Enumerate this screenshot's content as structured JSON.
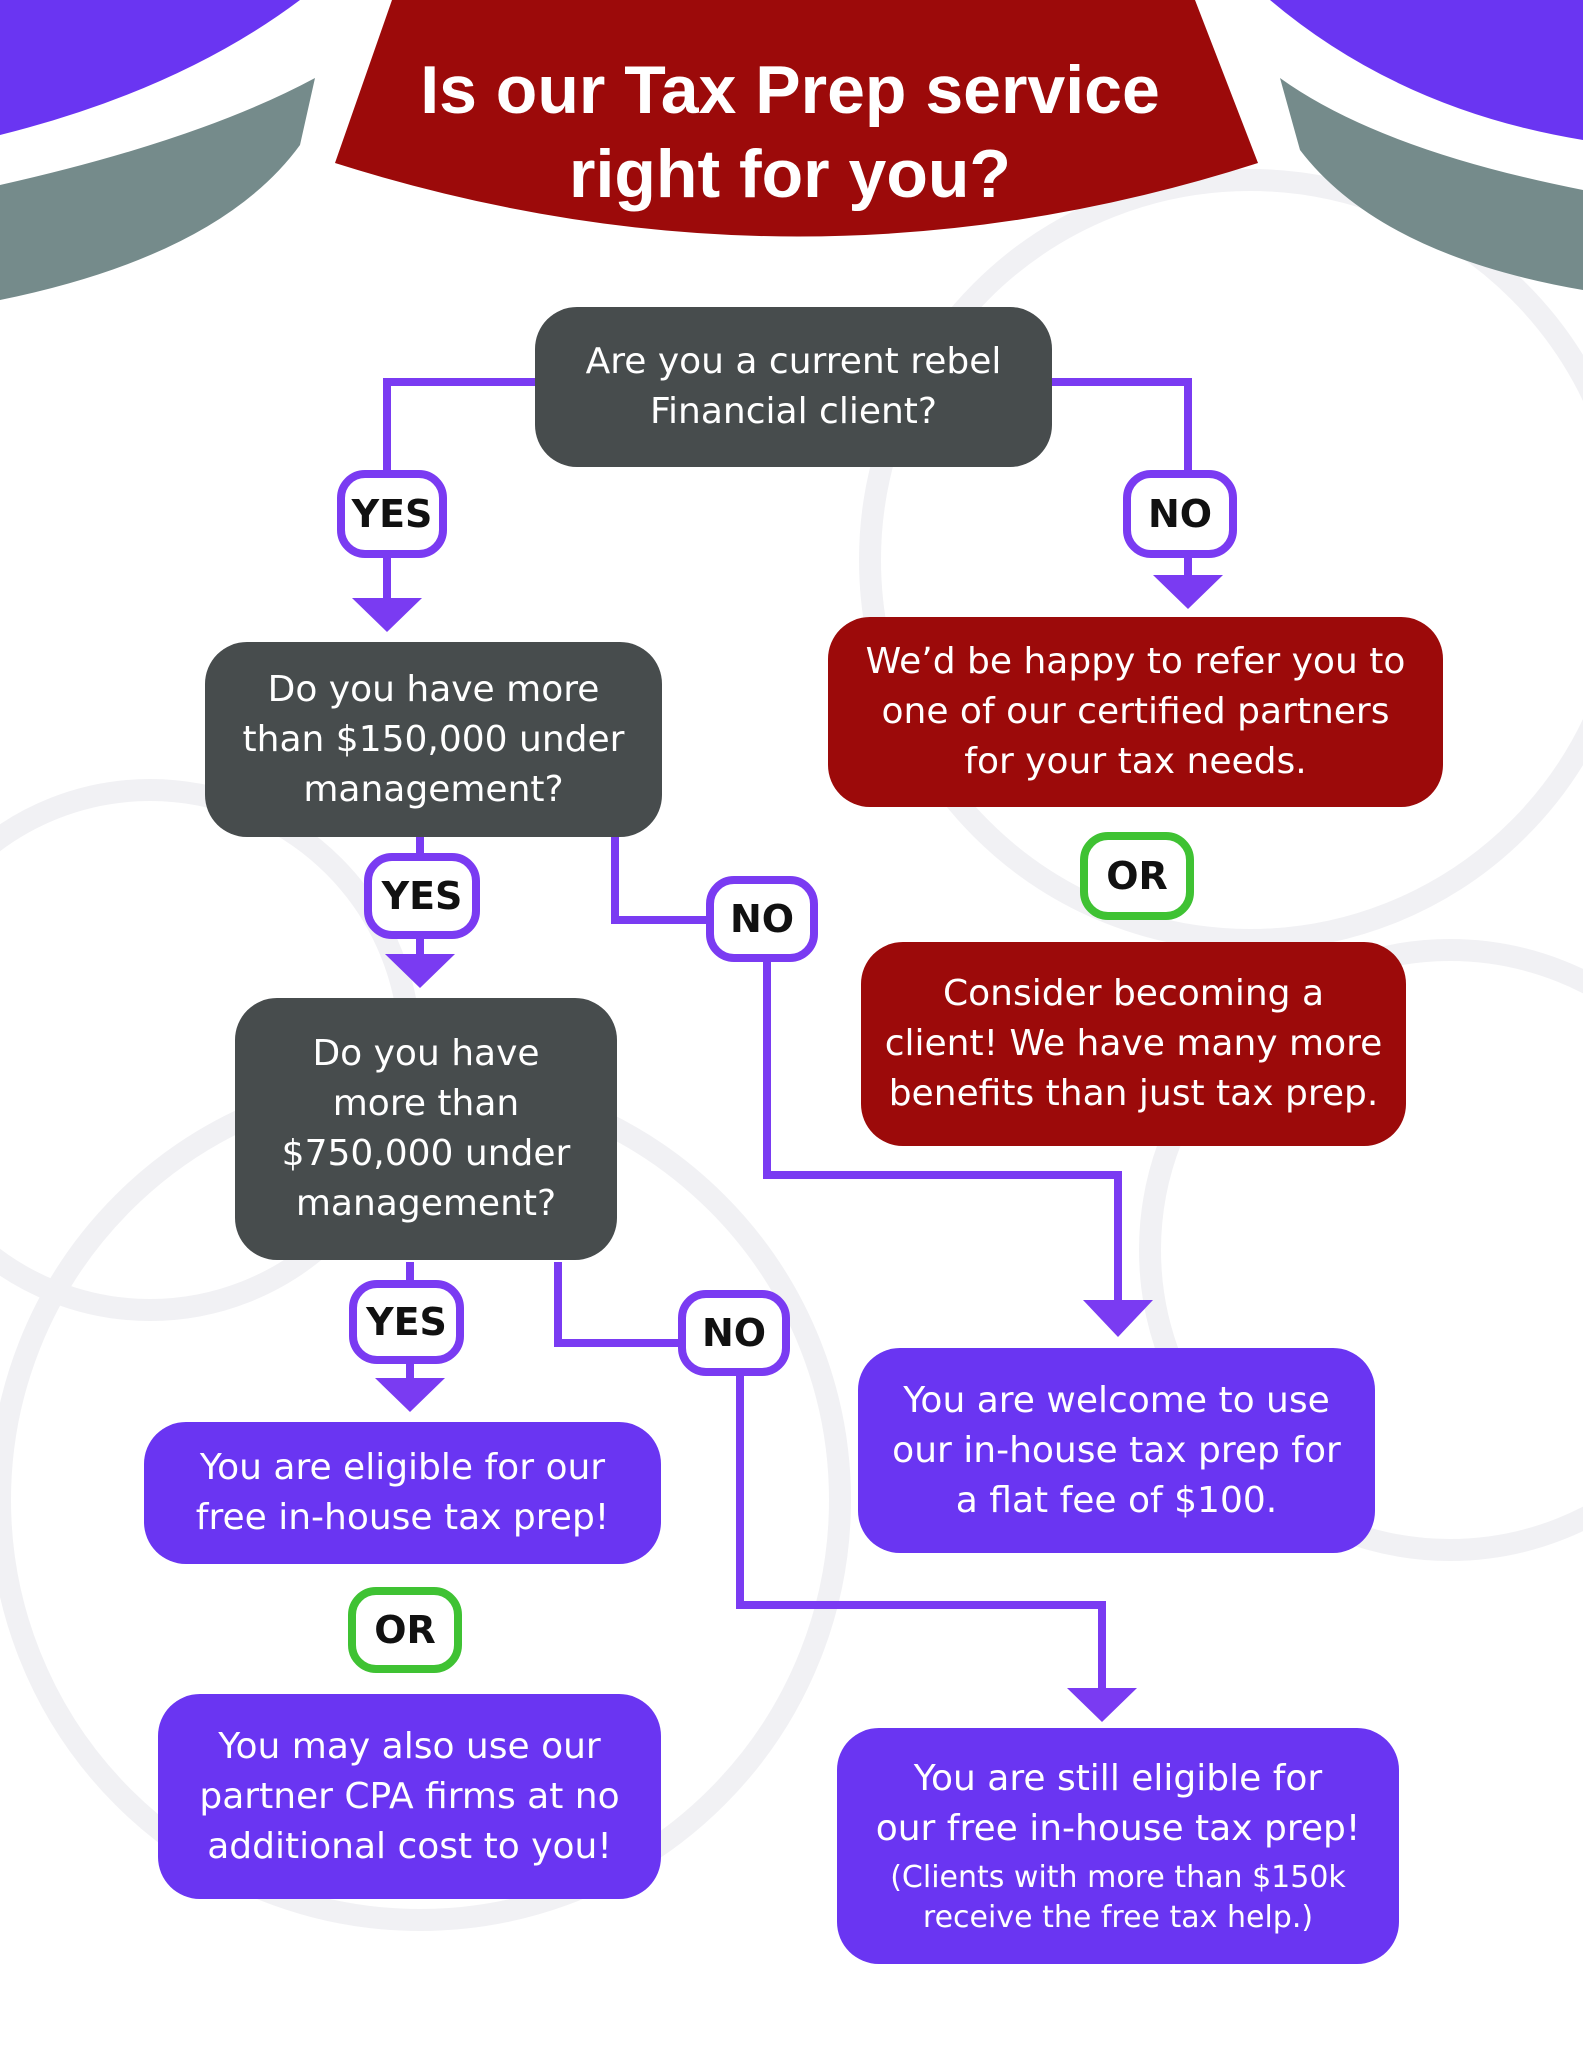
{
  "title": {
    "line1": "Is our Tax Prep service",
    "line2": "right for you?"
  },
  "nodes": {
    "q_current_client": [
      "Are you a current rebel",
      "Financial client?"
    ],
    "q_150k": [
      "Do you have more",
      "than $150,000 under",
      "management?"
    ],
    "q_750k": [
      "Do you have",
      "more than",
      "$750,000 under",
      "management?"
    ],
    "r_refer": [
      "We’d be happy to refer you to",
      "one of our certified partners",
      "for your tax needs."
    ],
    "r_become_client": [
      "Consider becoming a",
      "client! We have many more",
      "benefits than just tax prep."
    ],
    "p_free_prep": [
      "You are eligible for our",
      "free in-house tax prep!"
    ],
    "p_partner_cpa": [
      "You may also use our",
      "partner CPA firms at no",
      "additional cost to you!"
    ],
    "p_flat_fee": [
      "You are welcome to use",
      "our in-house tax prep for",
      "a flat fee of $100."
    ],
    "p_still_eligible": [
      "You are still eligible for",
      "our free in-house tax prep!"
    ],
    "p_still_eligible_note": [
      "(Clients with more than $150k",
      "receive the free tax help.)"
    ]
  },
  "labels": {
    "yes": "YES",
    "no": "NO",
    "or": "OR"
  },
  "colors": {
    "question_box": "#474c4d",
    "red_box": "#9c0a0a",
    "purple_box": "#6a35f2",
    "connector": "#7a3bf2",
    "or_border": "#3fc233",
    "header_side": "#6a35f2",
    "header_band": "#758b8b"
  }
}
